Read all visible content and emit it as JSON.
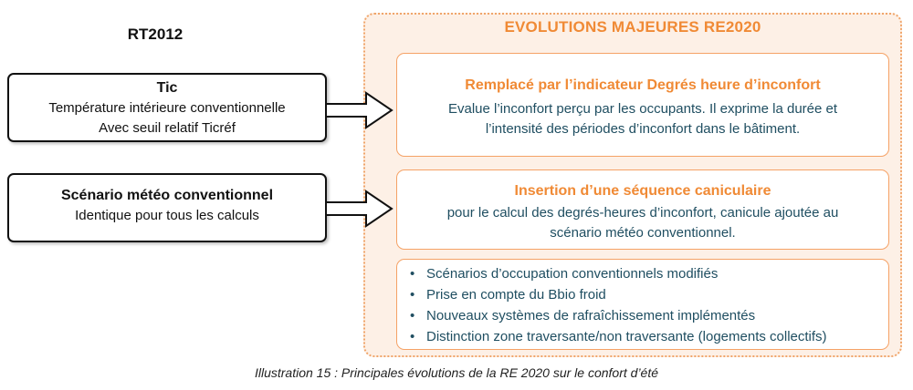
{
  "left": {
    "title": "RT2012",
    "box1": {
      "heading": "Tic",
      "lines": [
        "Température intérieure conventionnelle",
        "Avec seuil relatif Ticréf"
      ]
    },
    "box2": {
      "heading": "Scénario météo conventionnel",
      "lines": [
        "Identique pour tous les calculs"
      ]
    }
  },
  "right": {
    "title": "EVOLUTIONS MAJEURES RE2020",
    "box1": {
      "heading": "Remplacé par l’indicateur Degrés heure d’inconfort",
      "lines": [
        "Evalue l’inconfort perçu par les occupants. Il exprime la durée et",
        "l’intensité des périodes d’inconfort dans le bâtiment."
      ]
    },
    "box2": {
      "heading": "Insertion d’une séquence caniculaire",
      "lines": [
        "pour le calcul des degrés-heures d’inconfort, canicule ajoutée au",
        "scénario météo conventionnel."
      ]
    },
    "bullets": [
      "Scénarios d’occupation conventionnels modifiés",
      "Prise en compte du Bbio froid",
      "Nouveaux systèmes de rafraîchissement implémentés",
      "Distinction zone traversante/non traversante (logements collectifs)"
    ],
    "bullet_glyph": "•"
  },
  "caption": "Illustration 15 : Principales évolutions de la RE 2020 sur le confort d’été",
  "colors": {
    "accent_orange": "#f08a35",
    "panel_fill": "#fdf0e6",
    "body_teal": "#1f4e61"
  }
}
